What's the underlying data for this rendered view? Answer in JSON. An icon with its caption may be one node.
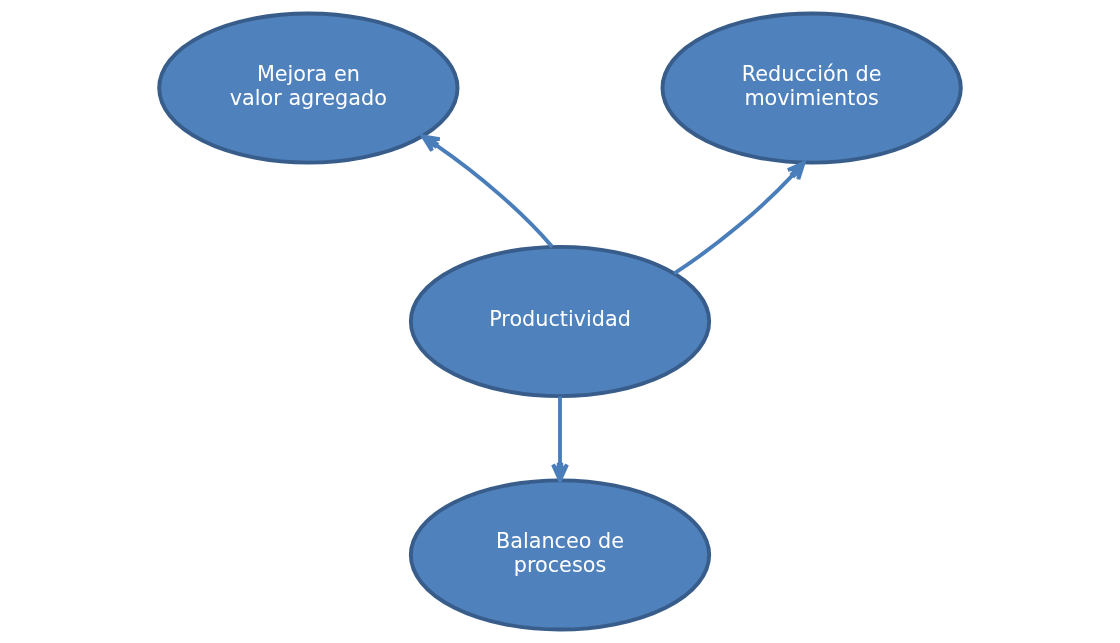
{
  "diagram": {
    "nodes": [
      {
        "text": [
          "Mejora en valor agregado"
        ]
      },
      {
        "text": [
          "Reducción de movimientos"
        ]
      },
      {
        "text": [
          "Productividad"
        ]
      },
      {
        "text": [
          "Balanceo de procesos"
        ]
      }
    ],
    "edges": [
      {
        "from": 2,
        "to": 0,
        "arrow": "to"
      },
      {
        "from": 2,
        "to": 1,
        "arrow": "to"
      },
      {
        "from": 2,
        "to": 3,
        "arrow": "to"
      }
    ]
  }
}
